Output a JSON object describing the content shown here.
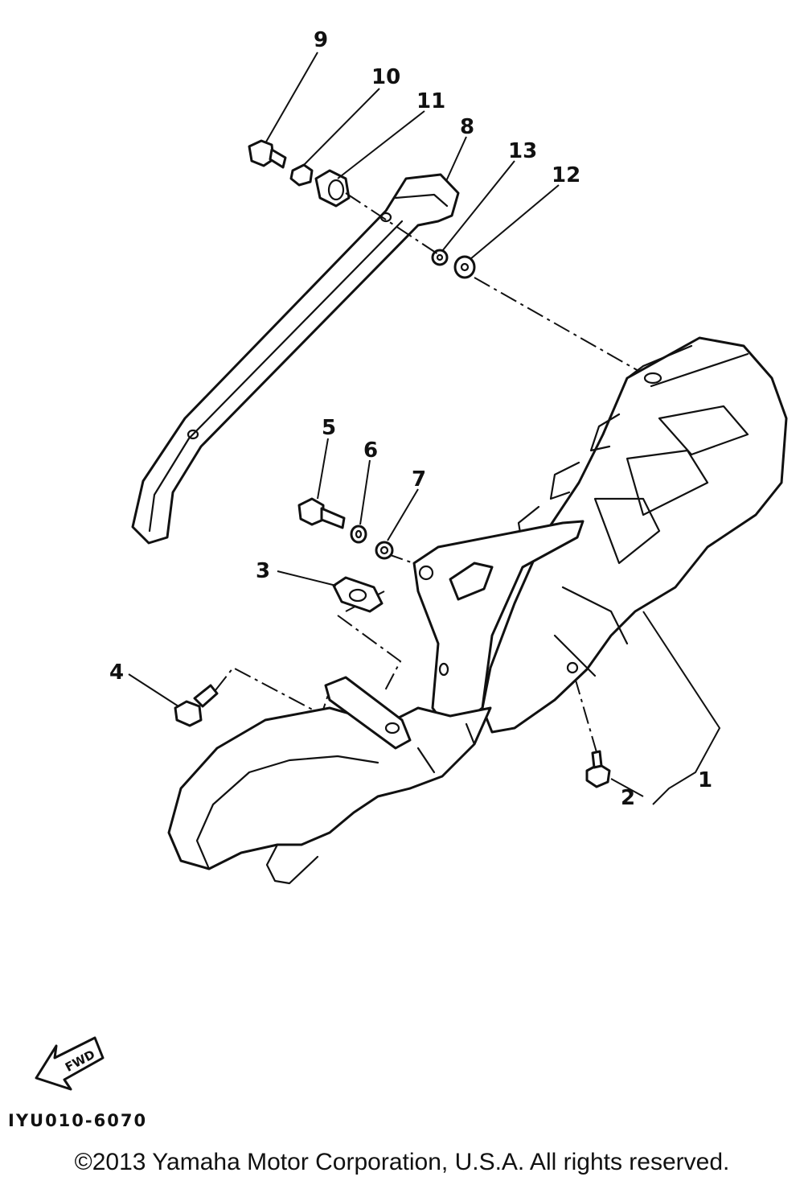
{
  "callouts": [
    {
      "id": "1",
      "label": "1"
    },
    {
      "id": "2",
      "label": "2"
    },
    {
      "id": "3",
      "label": "3"
    },
    {
      "id": "4",
      "label": "4"
    },
    {
      "id": "5",
      "label": "5"
    },
    {
      "id": "6",
      "label": "6"
    },
    {
      "id": "7",
      "label": "7"
    },
    {
      "id": "8",
      "label": "8"
    },
    {
      "id": "9",
      "label": "9"
    },
    {
      "id": "10",
      "label": "10"
    },
    {
      "id": "11",
      "label": "11"
    },
    {
      "id": "12",
      "label": "12"
    },
    {
      "id": "13",
      "label": "13"
    }
  ],
  "fwd_label": "FWD",
  "diagram_code": "IYU010-6070",
  "copyright": "©2013 Yamaha Motor Corporation, U.S.A. All rights reserved."
}
